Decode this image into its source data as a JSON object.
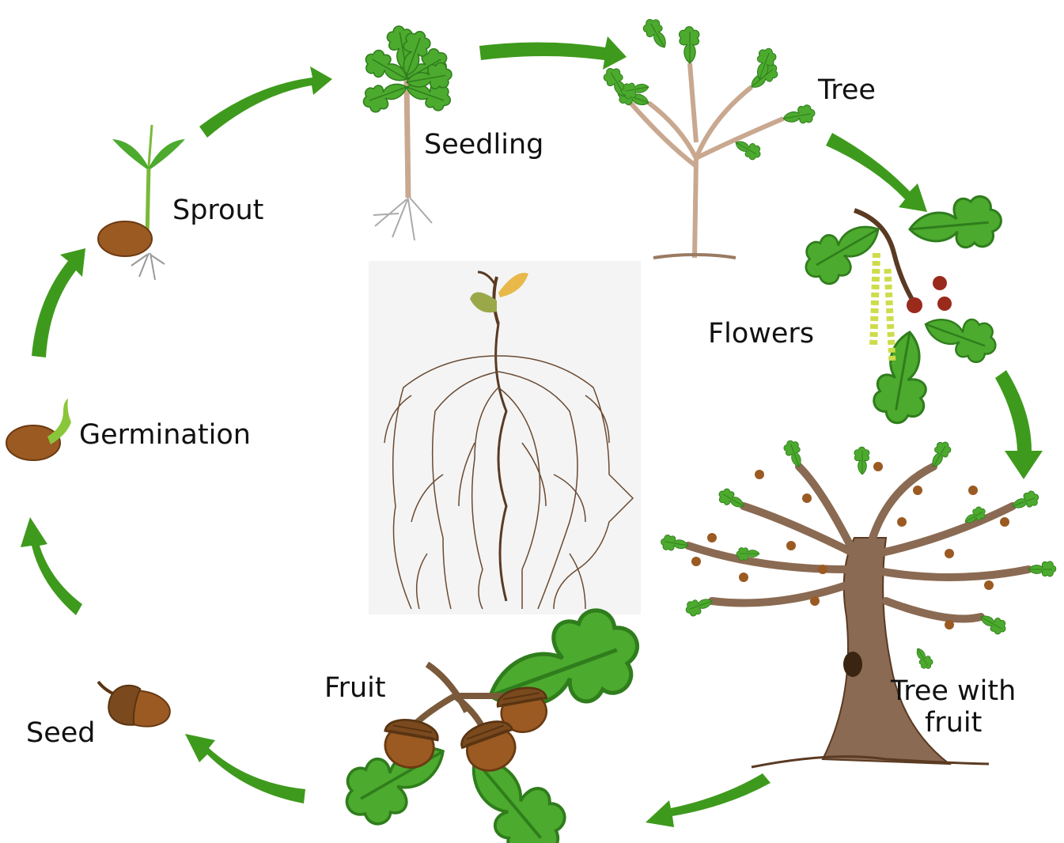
{
  "stages": {
    "seed": "Seed",
    "germination": "Germination",
    "sprout": "Sprout",
    "seedling": "Seedling",
    "tree": "Tree",
    "flowers": "Flowers",
    "tree_with_fruit_line1": "Tree with",
    "tree_with_fruit_line2": "fruit",
    "fruit": "Fruit"
  },
  "colors": {
    "arrow_green": "#3e9a1c",
    "leaf_green": "#4caa2e",
    "leaf_dark": "#2f7d1c",
    "acorn_brown": "#9a5a22",
    "cup_brown": "#7a4a1e",
    "trunk_brown": "#8a6a52",
    "root_brown": "#5a3a22",
    "catkin_yellow": "#d8e85a",
    "flower_red": "#9a2a1c"
  },
  "icons": [
    "cycle-arrow-icon",
    "acorn-icon",
    "leaf-icon",
    "tree-icon",
    "root-head-icon"
  ]
}
